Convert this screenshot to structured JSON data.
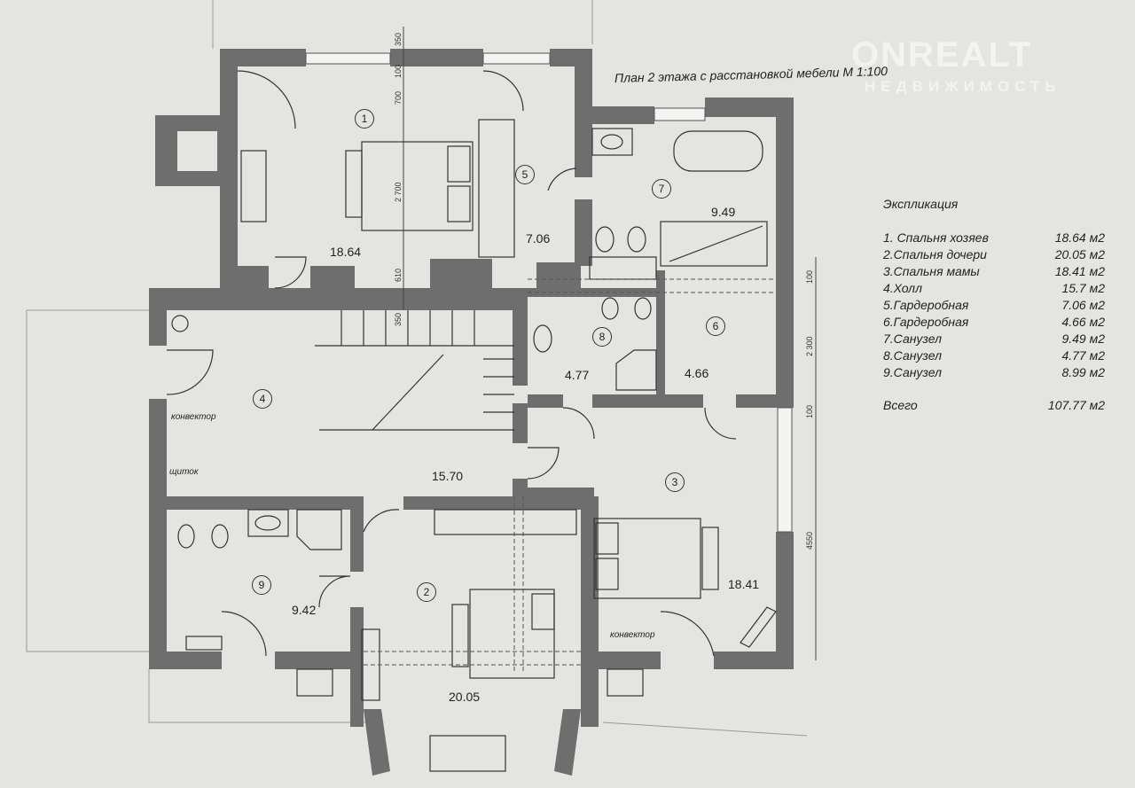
{
  "title": "План 2 этажа с расстановкой мебели  М 1:100",
  "watermark": {
    "brand": "ONREALT",
    "tagline": "НЕДВИЖИМОСТЬ"
  },
  "legend": {
    "heading": "Экспликация",
    "rows": [
      {
        "name": "1. Спальня хозяев",
        "area": "18.64 м2"
      },
      {
        "name": "2.Спальня дочери",
        "area": "20.05 м2"
      },
      {
        "name": "3.Спальня мамы",
        "area": "18.41 м2"
      },
      {
        "name": "4.Холл",
        "area": "15.7 м2"
      },
      {
        "name": "5.Гардеробная",
        "area": "7.06 м2"
      },
      {
        "name": "6.Гардеробная",
        "area": "4.66 м2"
      },
      {
        "name": "7.Санузел",
        "area": "9.49 м2"
      },
      {
        "name": "8.Санузел",
        "area": "4.77 м2"
      },
      {
        "name": "9.Санузел",
        "area": "8.99 м2"
      }
    ],
    "total_label": "Всего",
    "total_value": "107.77 м2"
  },
  "rooms": [
    {
      "number": "1",
      "area": "18.64"
    },
    {
      "number": "2",
      "area": "20.05"
    },
    {
      "number": "3",
      "area": "18.41"
    },
    {
      "number": "4",
      "area": "15.70"
    },
    {
      "number": "5",
      "area": "7.06"
    },
    {
      "number": "6",
      "area": "4.66"
    },
    {
      "number": "7",
      "area": "9.49"
    },
    {
      "number": "8",
      "area": "4.77"
    },
    {
      "number": "9",
      "area": "9.42"
    }
  ],
  "notes": {
    "convector": "конвектор",
    "panel": "щиток"
  },
  "dimensions": {
    "left": [
      "350",
      "100",
      "700",
      "2 700",
      "610",
      "350"
    ],
    "right": [
      "100",
      "2 300",
      "100",
      "4550"
    ]
  },
  "colors": {
    "wall": "#6e6e6e",
    "paper": "#e4e4e1",
    "line": "#444444"
  }
}
